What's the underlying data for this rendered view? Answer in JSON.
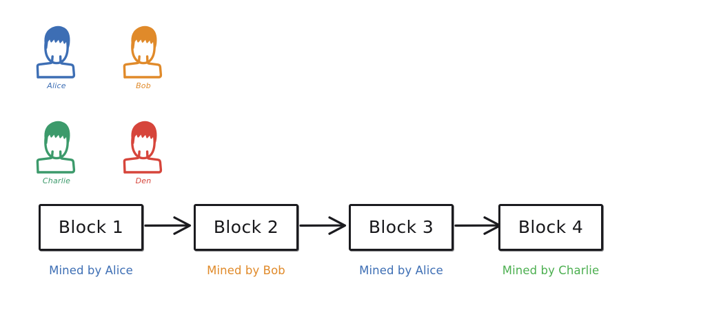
{
  "diagram": {
    "title": "Blockchain mined-by chain",
    "background_color": "#ffffff"
  },
  "palette": {
    "alice": "#3d6eb4",
    "bob": "#e08a2a",
    "charlie_avatar": "#3c9a6b",
    "charlie_text": "#4caf50",
    "den": "#d6453b",
    "ink": "#1b1b1f"
  },
  "participants": [
    {
      "id": "alice",
      "name": "Alice",
      "color": "#3d6eb4",
      "avatar_icon": "person-avatar-icon"
    },
    {
      "id": "bob",
      "name": "Bob",
      "color": "#e08a2a",
      "avatar_icon": "person-avatar-icon"
    },
    {
      "id": "charlie",
      "name": "Charlie",
      "color": "#3c9a6b",
      "avatar_icon": "person-avatar-icon"
    },
    {
      "id": "den",
      "name": "Den",
      "color": "#d6453b",
      "avatar_icon": "person-avatar-icon"
    }
  ],
  "chain": {
    "arrow_icon": "arrow-right-icon",
    "blocks": [
      {
        "label": "Block 1",
        "miner_label": "Mined by Alice",
        "miner": "Alice",
        "miner_color": "#3d6eb4"
      },
      {
        "label": "Block 2",
        "miner_label": "Mined by Bob",
        "miner": "Bob",
        "miner_color": "#e08a2a"
      },
      {
        "label": "Block 3",
        "miner_label": "Mined by Alice",
        "miner": "Alice",
        "miner_color": "#3d6eb4"
      },
      {
        "label": "Block 4",
        "miner_label": "Mined by Charlie",
        "miner": "Charlie",
        "miner_color": "#4caf50"
      }
    ]
  }
}
